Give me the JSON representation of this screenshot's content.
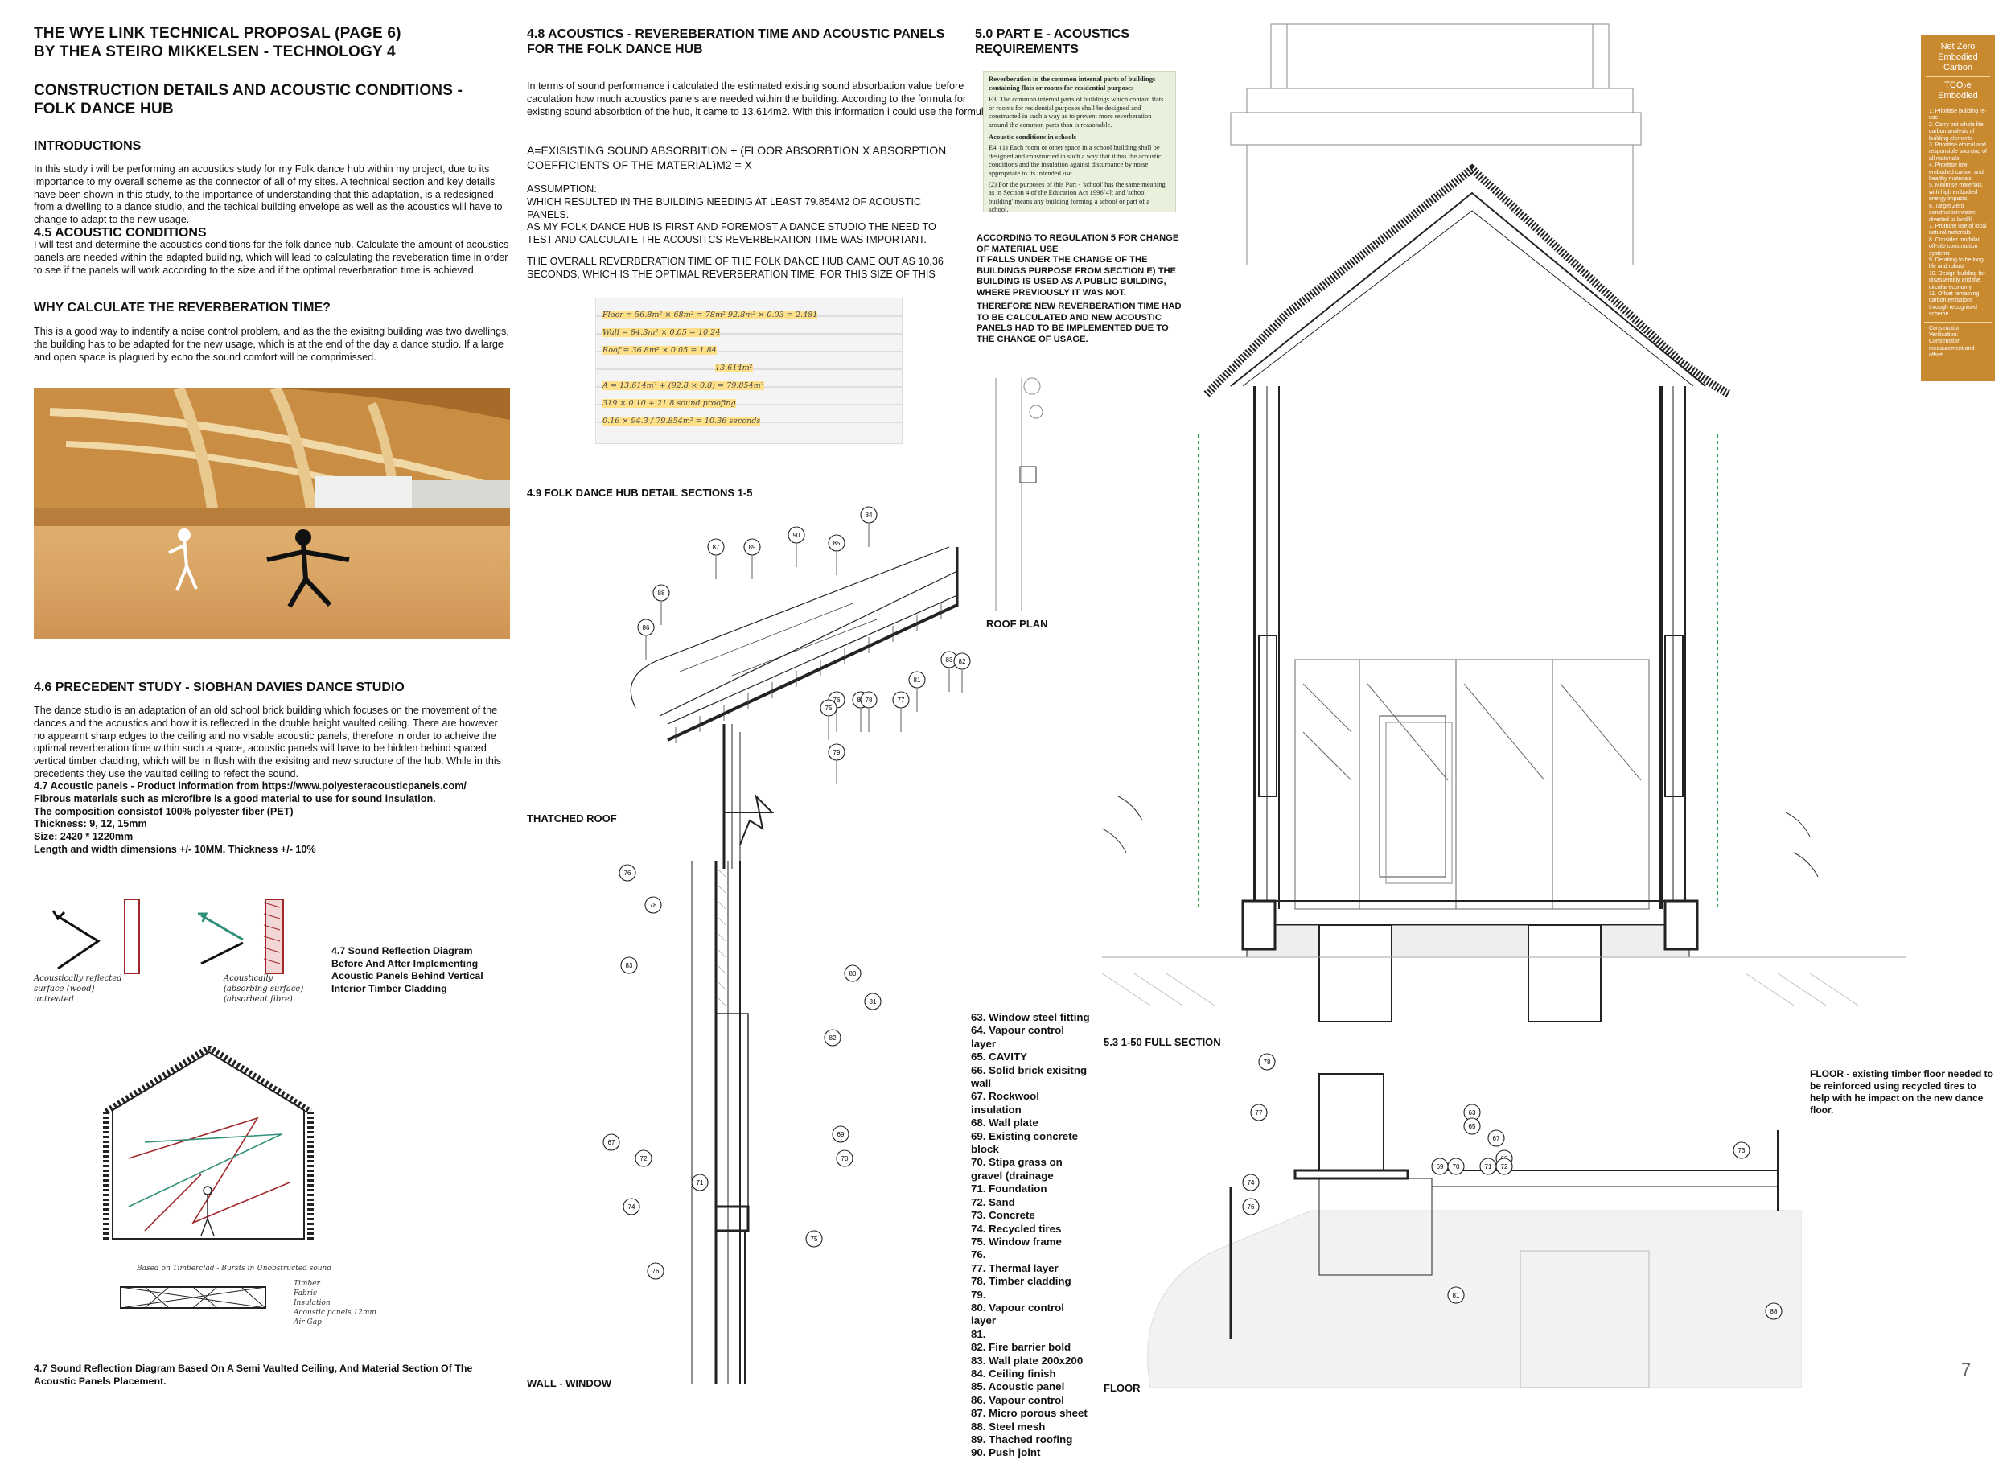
{
  "title_line1": "THE WYE LINK TECHNICAL PROPOSAL (PAGE 6)",
  "title_line2": "BY THEA STEIRO MIKKELSEN - TECHNOLOGY 4",
  "subtitle": "CONSTRUCTION DETAILS AND ACOUSTIC CONDITIONS - FOLK DANCE HUB",
  "intro": {
    "heading": "INTRODUCTIONS",
    "body": "In this study i will be performing an acoustics study for my Folk dance hub within my project, due to its importance to my overall scheme as the connector of all of my sites. A technical section and key details have been shown in this study, to the importance of understanding that this adaptation, is a redesigned from a dwelling to a dance studio, and the techical building envelope as well as the acoustics will have to change to adapt to the new usage."
  },
  "s45": {
    "heading": "4.5 ACOUSTIC CONDITIONS",
    "body": "I will test and determine the acoustics conditions for the folk dance hub. Calculate the amount of acoustics panels are needed within the adapted building, which will lead to calculating the reveberation time in order to see if the panels will work according to the size and if the optimal reverberation time is achieved."
  },
  "why": {
    "heading": "WHY CALCULATE THE REVERBERATION TIME?",
    "body": "This is a good way to indentify a noise control problem, and as the the exisitng building was two dwellings, the building has to be adapted for the new usage, which is at the end of the day a dance studio. If a large and open space is plagued by echo the sound comfort will be comprimissed."
  },
  "s46": {
    "heading": "4.6 PRECEDENT STUDY - SIOBHAN DAVIES DANCE STUDIO",
    "body": "The dance studio is an adaptation of an old school brick building which focuses on the movement of the dances and the acoustics and how it is reflected in the double height vaulted ceiling. There are however no appearnt sharp edges to the ceiling and no visable acoustic panels, therefore in order to acheive the optimal reverberation time within such a space, acoustic panels will have to be hidden behind spaced vertical timber cladding, which will be in flush with the exisitng and new structure of the hub. While in this precedents they use the vaulted ceiling to refect the sound."
  },
  "s47": {
    "line1": "4.7 Acoustic panels - Product information from https://www.polyesteracousticpanels.com/",
    "line2": "Fibrous materials such as microfibre is a good material to use for sound insulation.",
    "line3": "The composition consistof  100% polyester fiber (PET)",
    "line4": "Thickness: 9, 12, 15mm",
    "line5": "Size: 2420 * 1220mm",
    "line6": "Length and width dimensions +/- 10MM. Thickness +/- 10%"
  },
  "sketch1": {
    "caption": "4.7 Sound Reflection Diagram Before And After Implementing Acoustic Panels Behind Vertical Interior Timber Cladding",
    "note_left": "Acoustically reflected surface (wood) untreated",
    "note_right": "Acoustically (absorbing surface) (absorbent fibre)"
  },
  "sketch2": {
    "caption": "4.7 Sound Reflection Diagram Based On A Semi Vaulted Ceiling, And Material Section Of The Acoustic Panels Placement.",
    "note": "Based on Timberclad - Bursts in Unobstructed sound",
    "labels": [
      "Timber",
      "Fabric",
      "Insulation",
      "Acoustic panels 12mm",
      "Air Gap"
    ]
  },
  "s48": {
    "heading": "4.8 ACOUSTICS - REVEREBERATION TIME AND ACOUSTIC PANELS FOR THE FOLK DANCE HUB",
    "body": "In terms of sound performance i calculated the estimated existing sound absorbation value before caculation how much acoustics panels are needed within the building. According to the formula for existing sound absorbtion of the hub, it came to 13.614m2. With this information i could use the formula:",
    "formula": "A=EXISISTING SOUND ABSORBITION + (FLOOR ABSORBTION X ABSORPTION COEFFICIENTS OF THE MATERIAL)M2 = X",
    "assumption": "ASSUMPTION:\nWHICH RESULTED IN THE BUILDING NEEDING AT LEAST 79.854M2 OF ACOUSTIC PANELS.\nAS MY FOLK DANCE HUB IS FIRST AND FOREMOST A DANCE STUDIO THE NEED TO TEST AND CALCULATE THE ACOUSITCS REVERBERATION TIME WAS IMPORTANT.",
    "result": "THE OVERALL REVERBERATION TIME OF THE FOLK DANCE HUB CAME OUT AS 10,36 SECONDS, WHICH IS THE OPTIMAL REVERBERATION TIME. FOR THIS SIZE OF THIS"
  },
  "calc_lines": [
    "Floor = 56.8m² × 68m² = 78m²  92.8m² × 0.03 = 2.481",
    "Wall = 84.3m² × 0.05 = 10.24",
    "Roof = 36.8m² × 0.05 = 1.84",
    "13.614m²",
    "A = 13.614m² + (92.8 × 0.8) = 79.854m²",
    "319 × 0.10 + 21.8 sound proofing",
    "0.16 × 94.3 / 79.854m² = 10.36 seconds"
  ],
  "s49": {
    "heading": "4.9 FOLK DANCE HUB  DETAIL SECTIONS  1-5",
    "label_roof": "THATCHED ROOF",
    "label_wall": "WALL - WINDOW",
    "label_roofplan": "ROOF PLAN"
  },
  "s50": {
    "heading": "5.0 PART E - ACOUSTICS REQUIREMENTS",
    "reg_title": "Reverberation in the common internal parts of buildings containing flats or rooms for residential purposes",
    "reg_e3": "E3. The common internal parts of buildings which contain flats or rooms for residential purposes shall be designed and constructed in such a way as to prevent more reverberation around the common parts than is reasonable.",
    "reg_title2": "Acoustic conditions in schools",
    "reg_e4": "E4. (1) Each room or other space in a school building shall be designed and constructed in such a way that it has the acoustic conditions and the insulation against disturbance by noise appropriate to its intended use.",
    "reg_e4b": "(2) For the purposes of this Part - 'school' has the same meaning as in Section 4 of the Education Act 1996[4]; and 'school building' means any building forming a school or part of a school.",
    "reg5": "ACCORDING TO REGULATION 5 FOR CHANGE OF MATERIAL USE\nIT FALLS UNDER THE CHANGE OF THE BUILDINGS PURPOSE FROM SECTION E) THE BUILDING IS USED AS A PUBLIC BUILDING, WHERE PREVIOUSLY IT WAS NOT.",
    "therefore": "THEREFORE NEW REVERBERATION TIME HAD TO BE CALCULATED AND NEW ACOUSTIC PANELS HAD TO BE IMPLEMENTED DUE TO THE CHANGE OF USAGE."
  },
  "legend": [
    "63. Window steel fitting",
    "64. Vapour control layer",
    "65. CAVITY",
    "66. Solid brick exisitng wall",
    "67. Rockwool insulation",
    "68. Wall plate",
    "69. Existing concrete block",
    "70. Stipa grass on gravel (drainage",
    "71. Foundation",
    "72. Sand",
    "73. Concrete",
    "74. Recycled tires",
    "75. Window frame",
    "76.",
    "77. Thermal layer",
    "78. Timber cladding",
    "79.",
    "80. Vapour control layer",
    "81.",
    "82. Fire barrier bold",
    "83. Wall plate 200x200",
    "84. Ceiling finish",
    "85. Acoustic panel",
    "86. Vapour control",
    "87. Micro porous sheet",
    "88. Steel mesh",
    "89. Thached roofing",
    "90. Push joint"
  ],
  "s53": {
    "label_section": "5.3 1-50 FULL SECTION",
    "label_floor": "FLOOR",
    "floor_note": "FLOOR - existing timber floor needed to be reinforced using recycled tires to help with he impact on the new dance floor."
  },
  "carbon": {
    "title1": "Net Zero Embodied Carbon",
    "title2": "TCO₂e Embodied",
    "items": [
      "1. Prioritise building re-use",
      "2. Carry out whole life carbon analysis of building elements",
      "3. Prioritise ethical and responsible sourcing of all materials",
      "4. Prioritise low embodied carbon and healthy materials",
      "5. Minimise materials with high embodied energy impacts",
      "6. Target Zero construction waste diverted to landfill",
      "7. Promote use of local natural materials",
      "8. Consider modular off-site construction systems",
      "9. Detailing to be long life and robust",
      "10. Design building for disassembly and the circular economy",
      "11. Offset remaining carbon emissions through recognised scheme"
    ],
    "footer": "Construction Verification: Construction measurement and offset"
  },
  "page_number": "7",
  "roof_tags": [
    "86",
    "88",
    "87",
    "89",
    "90",
    "85",
    "84",
    "83",
    "82",
    "81",
    "80",
    "79",
    "78",
    "77",
    "76",
    "75"
  ],
  "wall_tags": [
    "76",
    "78",
    "83",
    "80",
    "81",
    "82",
    "67",
    "72",
    "69",
    "70",
    "71",
    "74",
    "75",
    "76"
  ],
  "floor_tags": [
    "78",
    "77",
    "63",
    "65",
    "67",
    "68",
    "69",
    "70",
    "71",
    "72",
    "73",
    "74",
    "76",
    "81",
    "88"
  ],
  "colors": {
    "accent": "#c98a2f",
    "highlight": "#ffd466",
    "reg_bg": "#e9f0dc"
  }
}
